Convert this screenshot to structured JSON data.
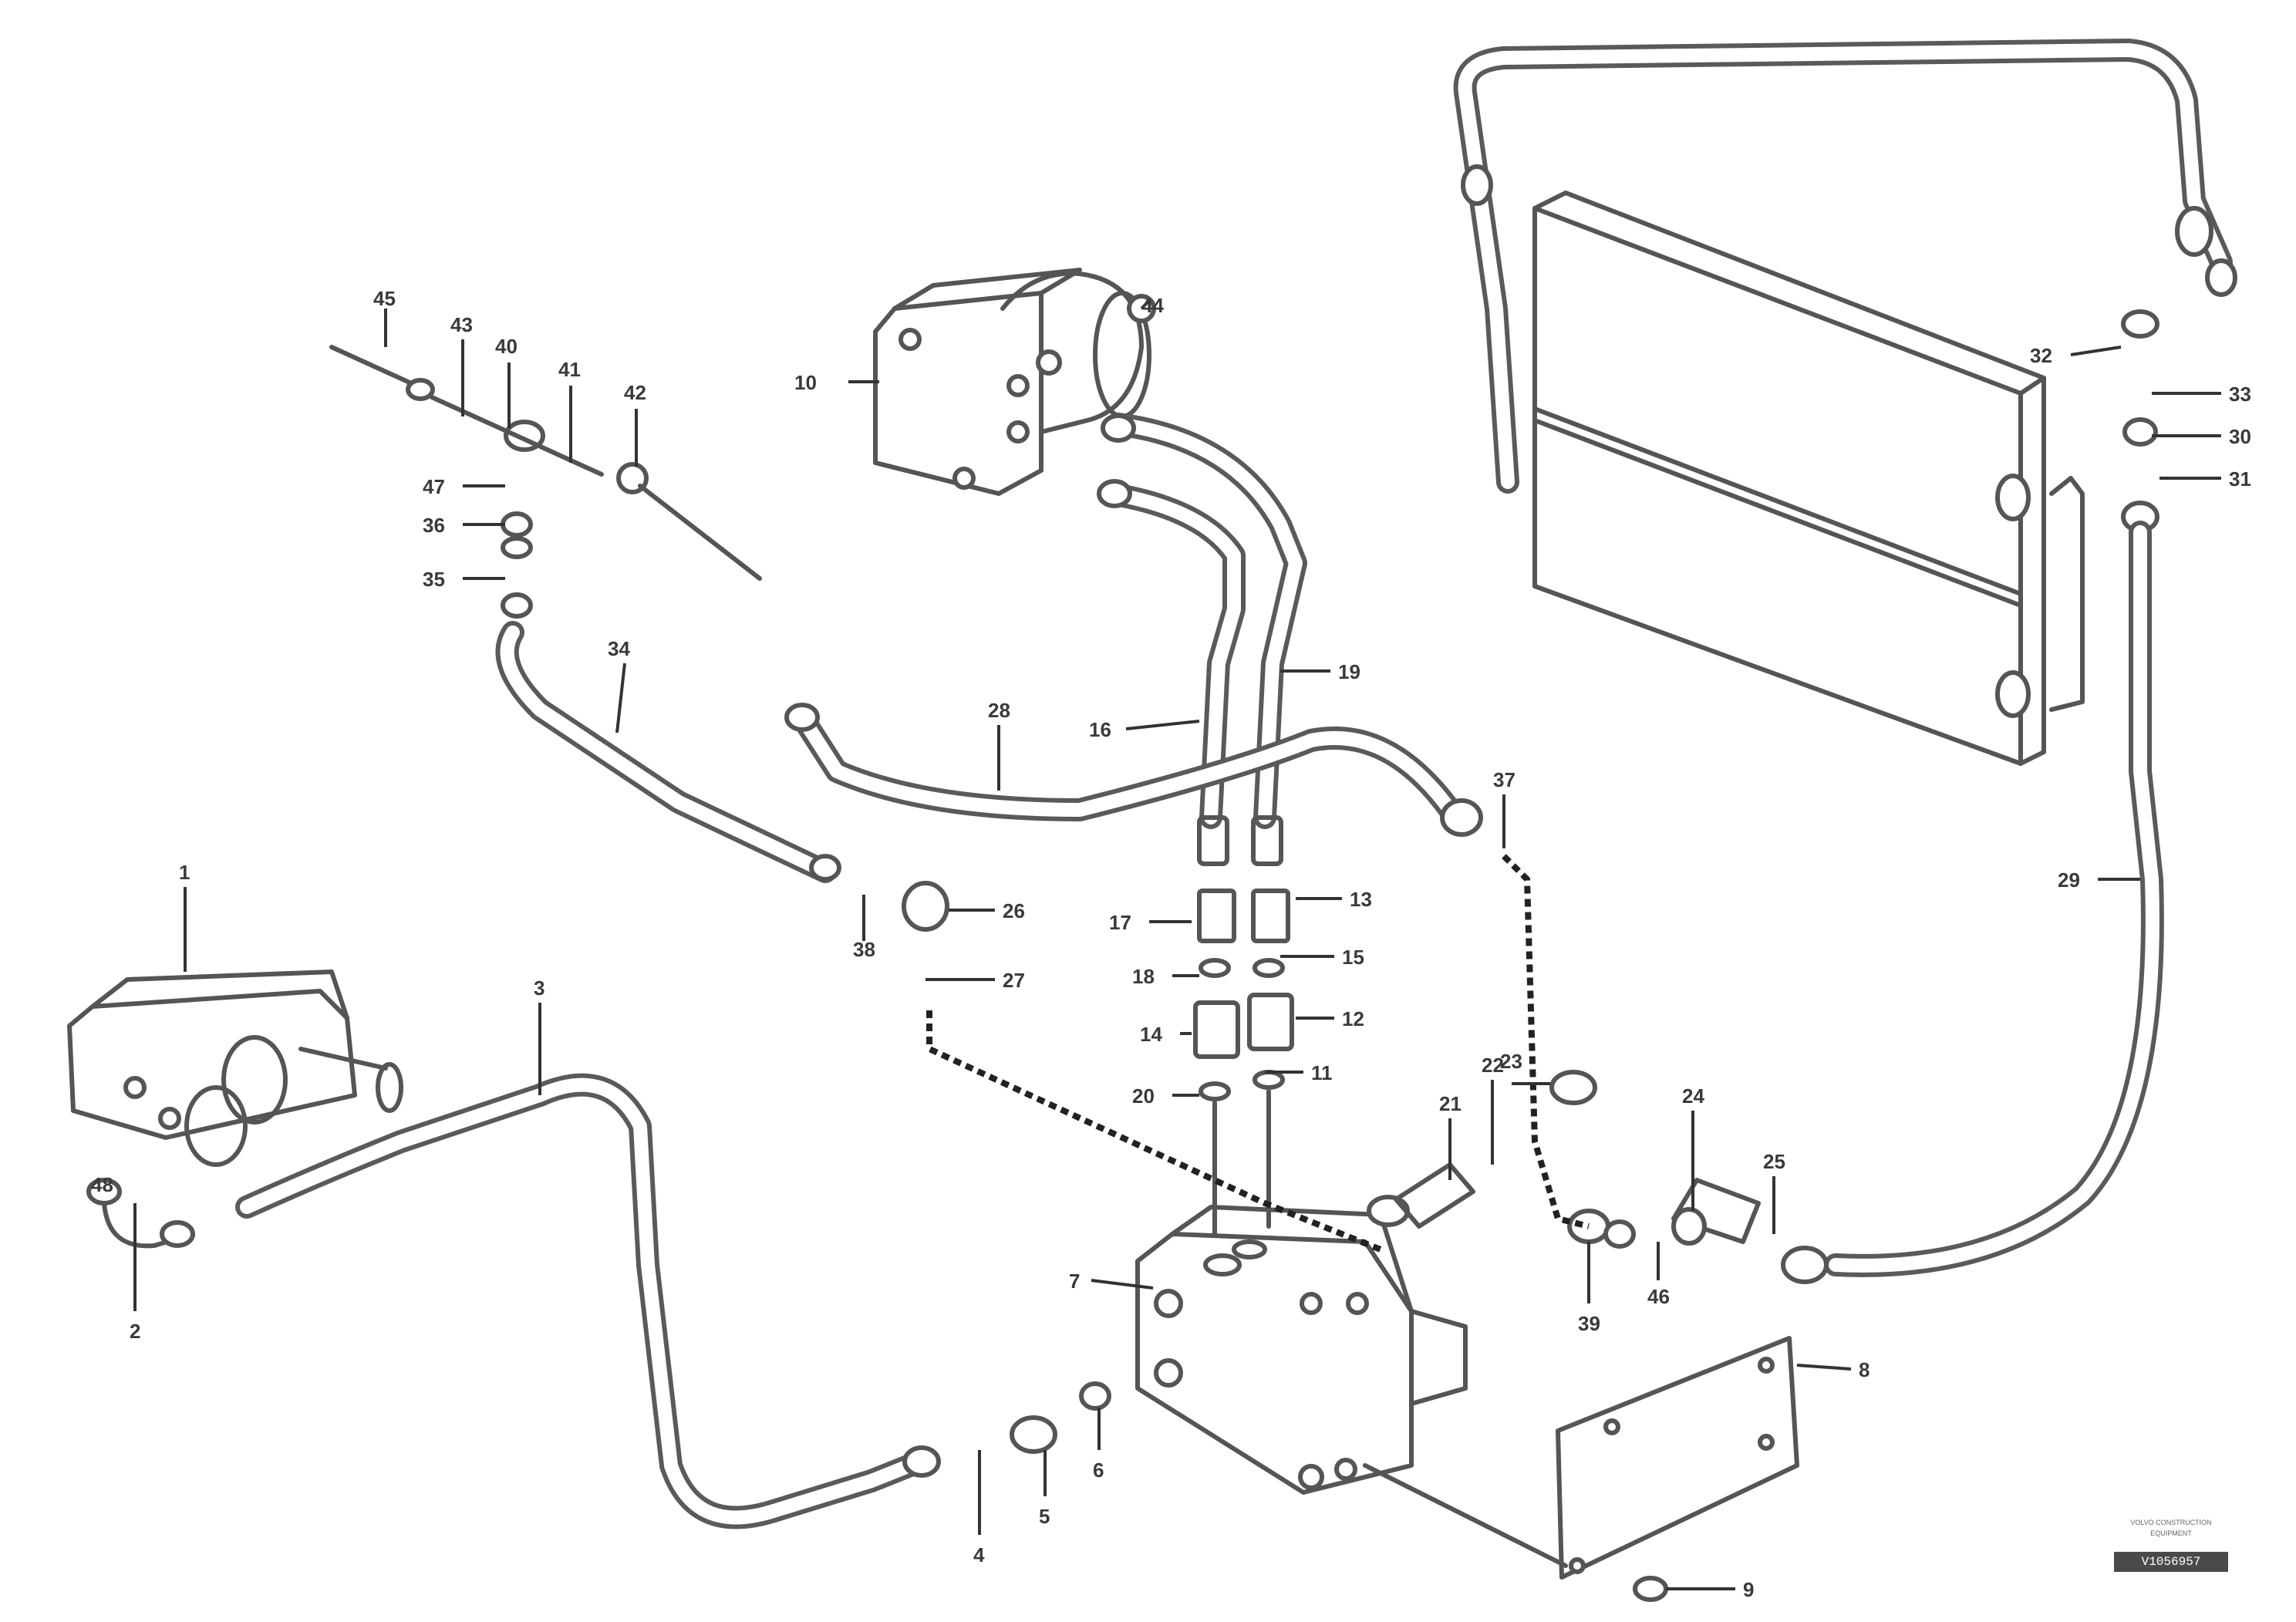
{
  "diagram": {
    "callouts": [
      "45",
      "43",
      "40",
      "41",
      "42",
      "47",
      "36",
      "35",
      "34",
      "1",
      "2",
      "3",
      "4",
      "5",
      "6",
      "7",
      "8",
      "9",
      "10",
      "11",
      "12",
      "13",
      "14",
      "15",
      "16",
      "17",
      "18",
      "19",
      "20",
      "21",
      "22",
      "23",
      "24",
      "25",
      "26",
      "27",
      "28",
      "29",
      "30",
      "31",
      "32",
      "33",
      "37",
      "38",
      "39",
      "44",
      "46",
      "48"
    ]
  },
  "reference": {
    "line1": "VOLVO CONSTRUCTION",
    "line2": "EQUIPMENT",
    "code": "V1056957"
  }
}
